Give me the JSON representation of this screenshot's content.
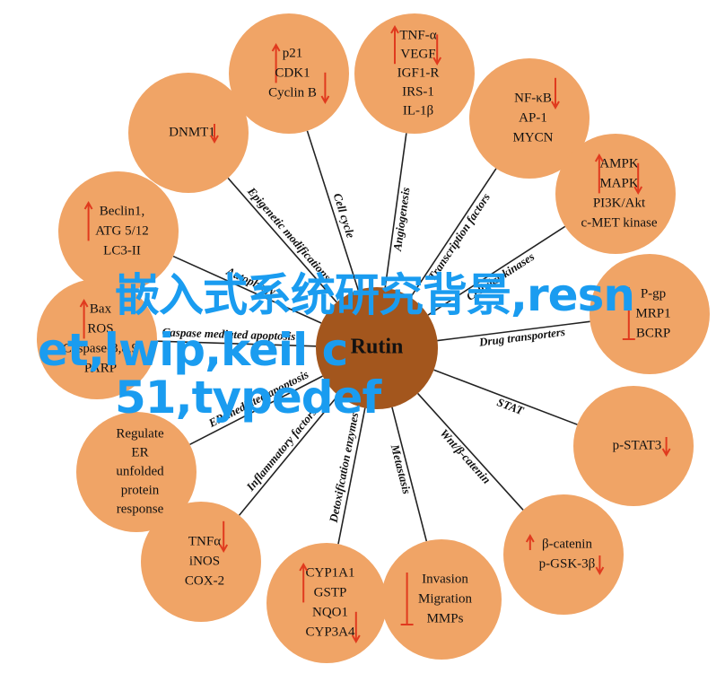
{
  "center": {
    "label": "Rutin"
  },
  "colors": {
    "node_fill": "#f0a466",
    "center_fill": "#a3561d",
    "up_arrow": "#e03a1e",
    "down_arrow": "#e03a1e",
    "spoke": "#222222"
  },
  "branches": [
    {
      "label": "Cell cycle",
      "lines": [
        {
          "text": "p21",
          "arrow": "up"
        },
        {
          "text": "CDK1",
          "arrow": ""
        },
        {
          "text": "Cyclin B",
          "arrow": "down"
        }
      ]
    },
    {
      "label": "Angiogenesis",
      "lines": [
        {
          "text": "TNF-α",
          "arrow": "up"
        },
        {
          "text": "VEGF",
          "arrow": "down"
        },
        {
          "text": "IGF1-R",
          "arrow": ""
        },
        {
          "text": "IRS-1",
          "arrow": ""
        },
        {
          "text": "IL-1β",
          "arrow": ""
        }
      ]
    },
    {
      "label": "Transcription factors",
      "lines": [
        {
          "text": "NF-κB",
          "arrow": "down"
        },
        {
          "text": "AP-1",
          "arrow": ""
        },
        {
          "text": "MYCN",
          "arrow": ""
        }
      ]
    },
    {
      "label": "Cellular kinases",
      "lines": [
        {
          "text": "AMPK",
          "arrow": "up"
        },
        {
          "text": "MAPK",
          "arrow": "down"
        },
        {
          "text": "PI3K/Akt",
          "arrow": ""
        },
        {
          "text": "c-MET kinase",
          "arrow": ""
        }
      ]
    },
    {
      "label": "Drug transporters",
      "lines": [
        {
          "text": "P-gp",
          "arrow": "inhibit"
        },
        {
          "text": "MRP1",
          "arrow": ""
        },
        {
          "text": "BCRP",
          "arrow": ""
        }
      ]
    },
    {
      "label": "STAT",
      "lines": [
        {
          "text": "p-STAT3",
          "arrow": "down"
        }
      ]
    },
    {
      "label": "Wnt/β-catenin",
      "lines": [
        {
          "text": "β-catenin",
          "arrow": "up"
        },
        {
          "text": "p-GSK-3β",
          "arrow": "down"
        }
      ]
    },
    {
      "label": "Metastasis",
      "lines": [
        {
          "text": "Invasion",
          "arrow": "inhibit"
        },
        {
          "text": "Migration",
          "arrow": ""
        },
        {
          "text": "MMPs",
          "arrow": ""
        }
      ]
    },
    {
      "label": "Detoxification enzymes",
      "lines": [
        {
          "text": "CYP1A1",
          "arrow": "up"
        },
        {
          "text": "GSTP",
          "arrow": ""
        },
        {
          "text": "NQO1",
          "arrow": ""
        },
        {
          "text": "CYP3A4",
          "arrow": "down"
        }
      ]
    },
    {
      "label": "Inflammatory factors",
      "lines": [
        {
          "text": "TNFα",
          "arrow": "down"
        },
        {
          "text": "iNOS",
          "arrow": ""
        },
        {
          "text": "COX-2",
          "arrow": ""
        }
      ]
    },
    {
      "label": "ER-mediated apoptosis",
      "lines": [
        {
          "text": "Regulate",
          "arrow": ""
        },
        {
          "text": "ER",
          "arrow": ""
        },
        {
          "text": "unfolded",
          "arrow": ""
        },
        {
          "text": "protein",
          "arrow": ""
        },
        {
          "text": "response",
          "arrow": ""
        }
      ]
    },
    {
      "label": "Caspase mediated apoptosis",
      "lines": [
        {
          "text": "Bax",
          "arrow": "up"
        },
        {
          "text": "ROS",
          "arrow": ""
        },
        {
          "text": "Caspase-3,8,9",
          "arrow": ""
        },
        {
          "text": "PARP",
          "arrow": ""
        }
      ]
    },
    {
      "label": "Autophagy",
      "lines": [
        {
          "text": "Beclin1,",
          "arrow": "up"
        },
        {
          "text": "ATG 5/12",
          "arrow": ""
        },
        {
          "text": "LC3-II",
          "arrow": ""
        }
      ]
    },
    {
      "label": "Epigenetic modifications",
      "lines": [
        {
          "text": "DNMT1",
          "arrow": "down"
        }
      ]
    }
  ],
  "watermark": {
    "line1": "嵌入式系统研究背景,resn",
    "line2": "et,lwip,keil c",
    "line3": "51,typedef"
  }
}
